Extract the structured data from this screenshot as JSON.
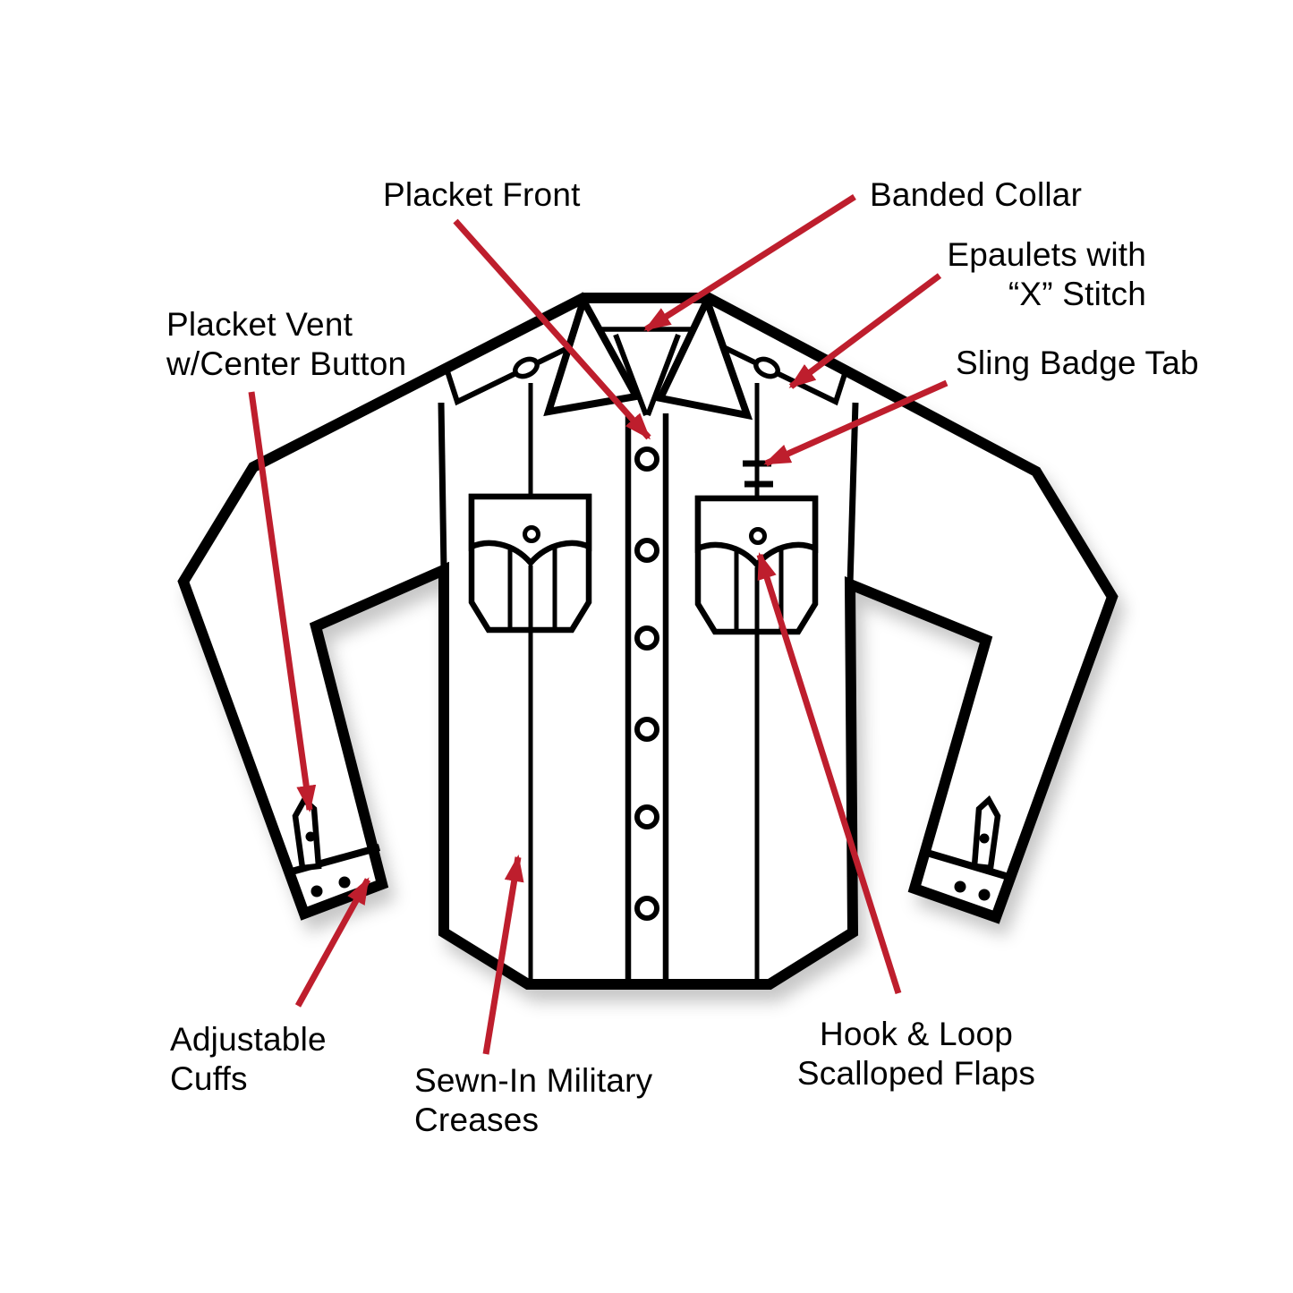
{
  "diagram": {
    "type": "labeled-illustration",
    "subject": "Long-sleeve uniform shirt, front view line drawing with feature callouts",
    "colors": {
      "line": "#000000",
      "arrow": "#BE1E2D",
      "background": "#ffffff",
      "text": "#000000"
    },
    "labels": {
      "placket_front": {
        "line1": "Placket Front"
      },
      "banded_collar": {
        "line1": "Banded Collar"
      },
      "epaulets": {
        "line1": "Epaulets with",
        "line2": "“X” Stitch"
      },
      "sling_badge_tab": {
        "line1": "Sling Badge Tab"
      },
      "placket_vent": {
        "line1": "Placket Vent",
        "line2": "w/Center Button"
      },
      "adjustable_cuffs": {
        "line1": "Adjustable",
        "line2": "Cuffs"
      },
      "military_creases": {
        "line1": "Sewn-In Military",
        "line2": "Creases"
      },
      "hook_loop_flaps": {
        "line1": "Hook & Loop",
        "line2": "Scalloped Flaps"
      }
    }
  }
}
